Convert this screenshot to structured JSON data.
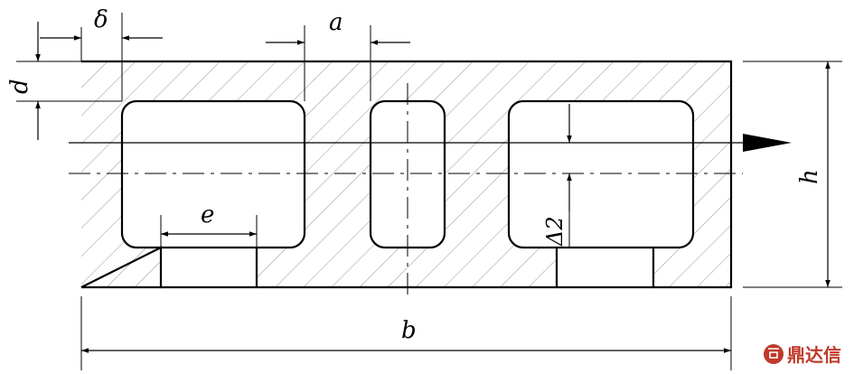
{
  "diagram": {
    "labels": {
      "delta": "δ",
      "a": "a",
      "d": "d",
      "h": "h",
      "e": "e",
      "delta2": "Δ2",
      "b": "b"
    },
    "watermark": {
      "text": "鼎达信",
      "color": "#c0392b"
    },
    "line_color": "#000000",
    "hatch_color": "#8a8a8a"
  }
}
